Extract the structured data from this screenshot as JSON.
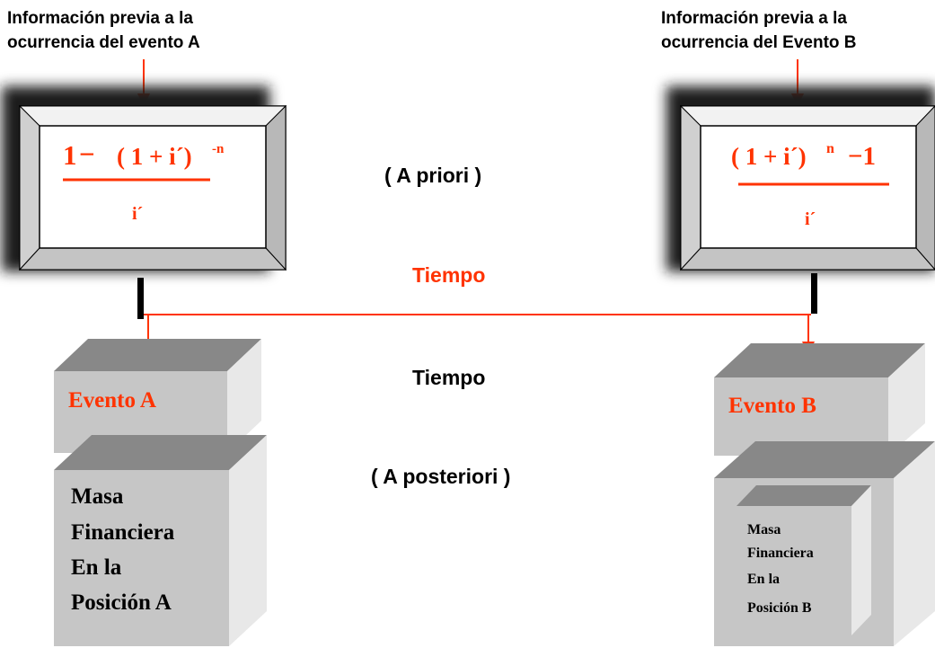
{
  "info_a": {
    "line1": "Información previa a la",
    "line2": "ocurrencia del evento A"
  },
  "info_b": {
    "line1": "Información previa a la",
    "line2": "ocurrencia del Evento B"
  },
  "formula_a": {
    "one": "1",
    "minus": "−",
    "base": "( 1 + i´)",
    "exponent": "-n",
    "denominator": "i´"
  },
  "formula_b": {
    "base": "( 1 + i´)",
    "exponent": "n",
    "minus_one": "−1",
    "denominator": "i´"
  },
  "labels": {
    "a_priori": "( A priori )",
    "tiempo_red": "Tiempo",
    "tiempo_black": "Tiempo",
    "a_posteriori": "( A posteriori )"
  },
  "evento_a": "Evento A",
  "evento_b": "Evento  B",
  "masa_a": [
    "Masa",
    "Financiera",
    "En la",
    "Posición A"
  ],
  "masa_b": [
    "Masa",
    "Financiera",
    "En la",
    "Posición B"
  ],
  "colors": {
    "accent_red": "#ff3300",
    "frame_outer": "#e4e4e4",
    "frame_shadow": "#1a1a1a",
    "box_face": "#c6c6c6",
    "box_top": "#888888",
    "box_side": "#e8e8e8"
  }
}
